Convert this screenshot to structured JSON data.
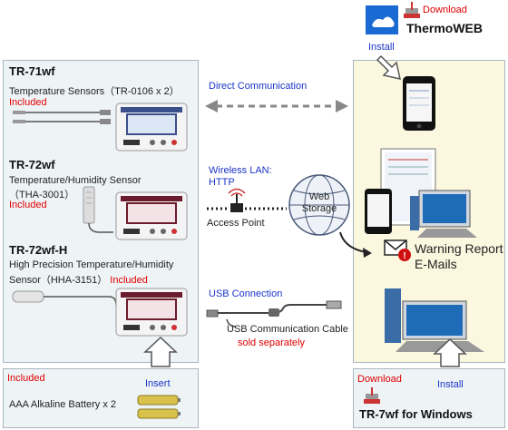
{
  "sensors": [
    {
      "model": "TR-71wf",
      "desc": "Temperature Sensors（TR-0106 x 2）",
      "included": "Included"
    },
    {
      "model": "TR-72wf",
      "desc_line1": "Temperature/Humidity Sensor",
      "desc_line2": "（THA-3001）",
      "included": "Included"
    },
    {
      "model": "TR-72wf-H",
      "desc_line1": "High Precision Temperature/Humidity",
      "desc_line2": "Sensor（HHA-3151）",
      "included": "Included"
    }
  ],
  "battery": {
    "included": "Included",
    "insert": "Insert",
    "label": "AAA Alkaline Battery x 2"
  },
  "middle": {
    "direct": "Direct Communication",
    "wireless_line1": "Wireless LAN:",
    "wireless_line2": "HTTP",
    "access_point": "Access Point",
    "web_storage_line1": "Web",
    "web_storage_line2": "Storage",
    "usb": "USB Connection",
    "usb_cable": "USB Communication Cable",
    "sold_separately": "sold separately"
  },
  "thermoweb": {
    "download": "Download",
    "title": "ThermoWEB",
    "install": "Install"
  },
  "warning": {
    "line1": "Warning Report",
    "line2": "E-Mails"
  },
  "windows": {
    "download": "Download",
    "install": "Install",
    "title": "TR-7wf for Windows"
  },
  "colors": {
    "blue_text": "#1a35c8",
    "red_text": "#e00000",
    "left_panel": "#eef3f6",
    "right_panel": "#fbf8df"
  }
}
